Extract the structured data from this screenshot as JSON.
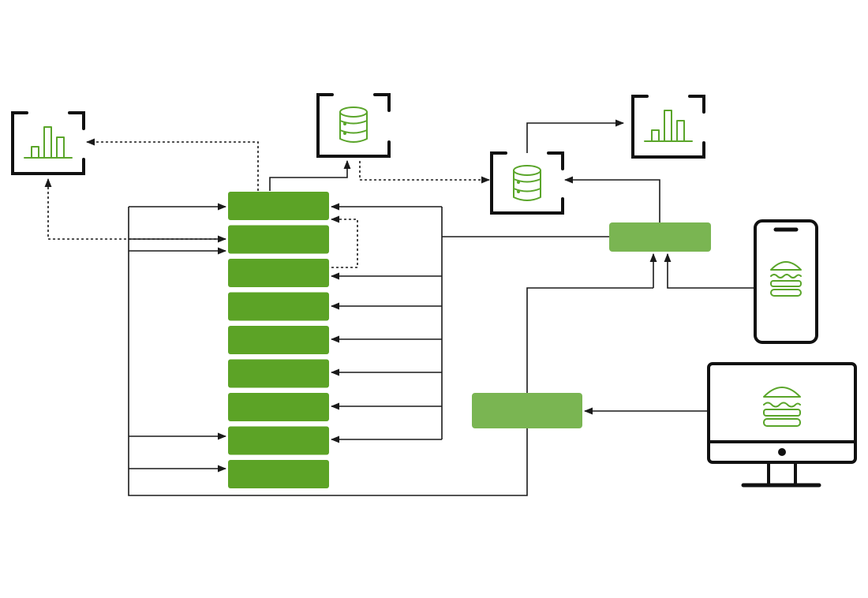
{
  "diagram": {
    "colors": {
      "service_block": "#5ca326",
      "gateway_block": "#7ab552",
      "icon_accent": "#5aa52a",
      "frame": "#111111",
      "connector": "#1a1a1a",
      "background": "#ffffff"
    },
    "nodes": {
      "service_stack": {
        "count": 9,
        "labels": []
      },
      "gateways": {
        "count": 2,
        "labels": []
      },
      "analytics_icons": [
        "bar-chart-icon",
        "bar-chart-icon"
      ],
      "database_icons": [
        "database-icon",
        "database-icon"
      ],
      "client_icons": [
        "smartphone-icon",
        "desktop-monitor-icon"
      ],
      "brand_glyph": "burger-icon"
    },
    "edge_styles": [
      "solid-arrow",
      "dotted-arrow"
    ]
  }
}
